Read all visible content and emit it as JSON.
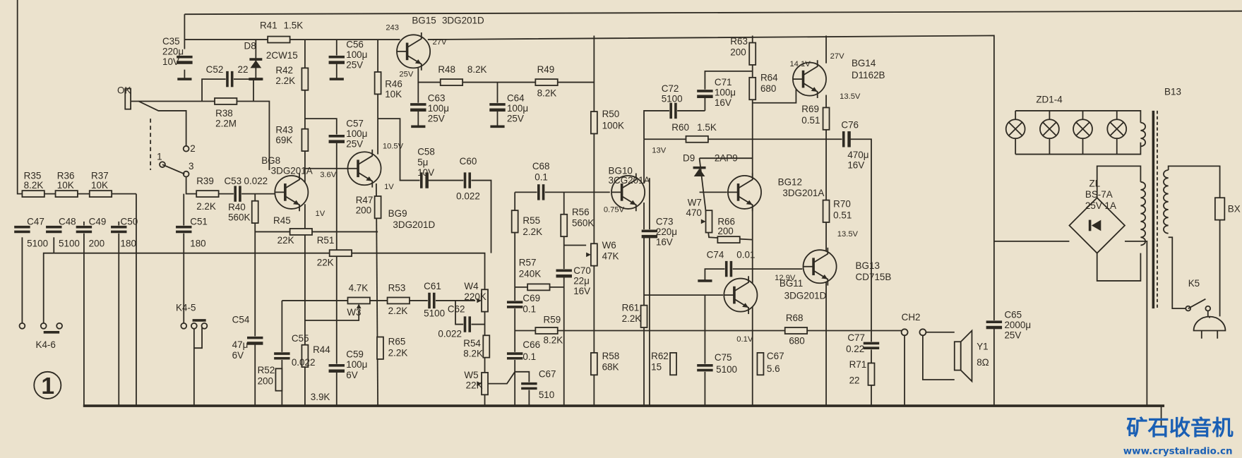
{
  "figure_number": "1",
  "parts": {
    "R35": {
      "ref": "R35",
      "value": "8.2K"
    },
    "R36": {
      "ref": "R36",
      "value": "10K"
    },
    "R37": {
      "ref": "R37",
      "value": "10K"
    },
    "R38": {
      "ref": "R38",
      "value": "2.2M"
    },
    "R39": {
      "ref": "R39",
      "value": "2.2K"
    },
    "R40": {
      "ref": "R40",
      "value": "560K"
    },
    "R41": {
      "ref": "R41",
      "value": "1.5K"
    },
    "R42": {
      "ref": "R42",
      "value": "2.2K"
    },
    "R43": {
      "ref": "R43",
      "value": "69K"
    },
    "R44": {
      "ref": "R44",
      "value": "3.9K"
    },
    "R45": {
      "ref": "R45",
      "value": "22K"
    },
    "R46": {
      "ref": "R46",
      "value": "10K"
    },
    "R47": {
      "ref": "R47",
      "value": "200"
    },
    "R48": {
      "ref": "R48",
      "value": "8.2K"
    },
    "R49": {
      "ref": "R49",
      "value": "8.2K"
    },
    "R50": {
      "ref": "R50",
      "value": "100K"
    },
    "R51": {
      "ref": "R51",
      "value": "22K"
    },
    "R52": {
      "ref": "R52",
      "value": "200"
    },
    "R53": {
      "ref": "R53",
      "value": "2.2K"
    },
    "R54": {
      "ref": "R54",
      "value": "8.2K"
    },
    "R55": {
      "ref": "R55",
      "value": "2.2K"
    },
    "R56": {
      "ref": "R56",
      "value": "560K"
    },
    "R57": {
      "ref": "R57",
      "value": "240K"
    },
    "R58": {
      "ref": "R58",
      "value": "68K"
    },
    "R59": {
      "ref": "R59",
      "value": "8.2K"
    },
    "R60": {
      "ref": "R60",
      "value": "1.5K"
    },
    "R61": {
      "ref": "R61",
      "value": "2.2K"
    },
    "R62": {
      "ref": "R62",
      "value": "15"
    },
    "R63": {
      "ref": "R63",
      "value": "200"
    },
    "R64": {
      "ref": "R64",
      "value": "680"
    },
    "R65": {
      "ref": "R65",
      "value": "2.2K"
    },
    "R66": {
      "ref": "R66",
      "value": "200"
    },
    "R68": {
      "ref": "R68",
      "value": "680"
    },
    "R69": {
      "ref": "R69",
      "value": "0.51"
    },
    "R70": {
      "ref": "R70",
      "value": "0.51"
    },
    "R71": {
      "ref": "R71",
      "value": "22"
    },
    "W3": {
      "ref": "W3",
      "value": "4.7K"
    },
    "W4": {
      "ref": "W4",
      "value": "220K"
    },
    "W5": {
      "ref": "W5",
      "value": "22K"
    },
    "W6": {
      "ref": "W6",
      "value": "47K"
    },
    "W7": {
      "ref": "W7",
      "value": "470"
    },
    "C35": {
      "ref": "C35",
      "value": "220μ",
      "value2": "10V"
    },
    "C47": {
      "ref": "C47",
      "value": "5100"
    },
    "C48": {
      "ref": "C48",
      "value": "5100"
    },
    "C49": {
      "ref": "C49",
      "value": "200"
    },
    "C50": {
      "ref": "C50",
      "value": "180"
    },
    "C51": {
      "ref": "C51",
      "value": "180"
    },
    "C52": {
      "ref": "C52",
      "value": "22"
    },
    "C53": {
      "ref": "C53",
      "value": "0.022"
    },
    "C54": {
      "ref": "C54",
      "value": "47μ",
      "value2": "6V"
    },
    "C55": {
      "ref": "C55",
      "value": "0.022"
    },
    "C56": {
      "ref": "C56",
      "value": "100μ",
      "value2": "25V"
    },
    "C57": {
      "ref": "C57",
      "value": "100μ",
      "value2": "25V"
    },
    "C58": {
      "ref": "C58",
      "value": "5μ",
      "value2": "10V"
    },
    "C59": {
      "ref": "C59",
      "value": "100μ",
      "value2": "6V"
    },
    "C60": {
      "ref": "C60",
      "value": "0.022"
    },
    "C61": {
      "ref": "C61",
      "value": "5100"
    },
    "C62": {
      "ref": "C62",
      "value": "0.022"
    },
    "C63": {
      "ref": "C63",
      "value": "100μ",
      "value2": "25V"
    },
    "C64": {
      "ref": "C64",
      "value": "100μ",
      "value2": "25V"
    },
    "C65": {
      "ref": "C65",
      "value": "2000μ",
      "value2": "25V"
    },
    "C66": {
      "ref": "C66",
      "value": "0.1"
    },
    "C67": {
      "ref": "C67",
      "value": "510"
    },
    "C67b": {
      "ref": "C67",
      "value": "5.6"
    },
    "C68": {
      "ref": "C68",
      "value": "0.1"
    },
    "C69": {
      "ref": "C69",
      "value": "0.1"
    },
    "C70": {
      "ref": "C70",
      "value": "22μ",
      "value2": "16V"
    },
    "C71": {
      "ref": "C71",
      "value": "100μ",
      "value2": "16V"
    },
    "C72": {
      "ref": "C72",
      "value": "5100"
    },
    "C73": {
      "ref": "C73",
      "value": "220μ",
      "value2": "16V"
    },
    "C74": {
      "ref": "C74",
      "value": "0.01"
    },
    "C75": {
      "ref": "C75",
      "value": "5100"
    },
    "C76": {
      "ref": "C76",
      "value": "470μ",
      "value2": "16V"
    },
    "C77": {
      "ref": "C77",
      "value": "0.22"
    },
    "D8": {
      "ref": "D8",
      "value": "2CW15"
    },
    "D9": {
      "ref": "D9",
      "value": "2AP9"
    }
  },
  "transistors": {
    "BG8": {
      "ref": "BG8",
      "type": "3DG201A"
    },
    "BG9": {
      "ref": "BG9",
      "type": "3DG201D"
    },
    "BG10": {
      "ref": "BG10",
      "type": "3CG201A"
    },
    "BG11": {
      "ref": "BG11",
      "type": "3DG201D"
    },
    "BG12": {
      "ref": "BG12",
      "type": "3DG201A"
    },
    "BG13": {
      "ref": "BG13",
      "type": "CD715B"
    },
    "BG14": {
      "ref": "BG14",
      "type": "D1162B"
    },
    "BG15": {
      "ref": "BG15",
      "type": "3DG201D"
    }
  },
  "voltages": [
    "243",
    "27V",
    "25V",
    "3.6V",
    "1V",
    "10.5V",
    "1V",
    "13V",
    "0.75V",
    "14.1V",
    "27V",
    "13.5V",
    "13.5V",
    "12.9V",
    "0.1V"
  ],
  "labels": {
    "ok_switch": "OK",
    "pos1": "1",
    "pos2": "2",
    "pos3": "3",
    "k4_6": "K4-6",
    "k4_5": "K4-5",
    "k5": "K5",
    "lamps": "ZD1-4",
    "transformer": "B13",
    "bridge": "ZL",
    "bridge_type": "BS-7A",
    "bridge_rating": "25V 1A",
    "fuse": "BX",
    "jack": "CH2",
    "speaker": "Y1",
    "speaker_imp": "8Ω"
  },
  "watermark": {
    "cn": "矿石收音机",
    "url": "www.crystalradio.cn"
  },
  "colors": {
    "paper": "#ebe2cd",
    "ink": "#2e2a22",
    "watermark": "#1a5fb4"
  }
}
